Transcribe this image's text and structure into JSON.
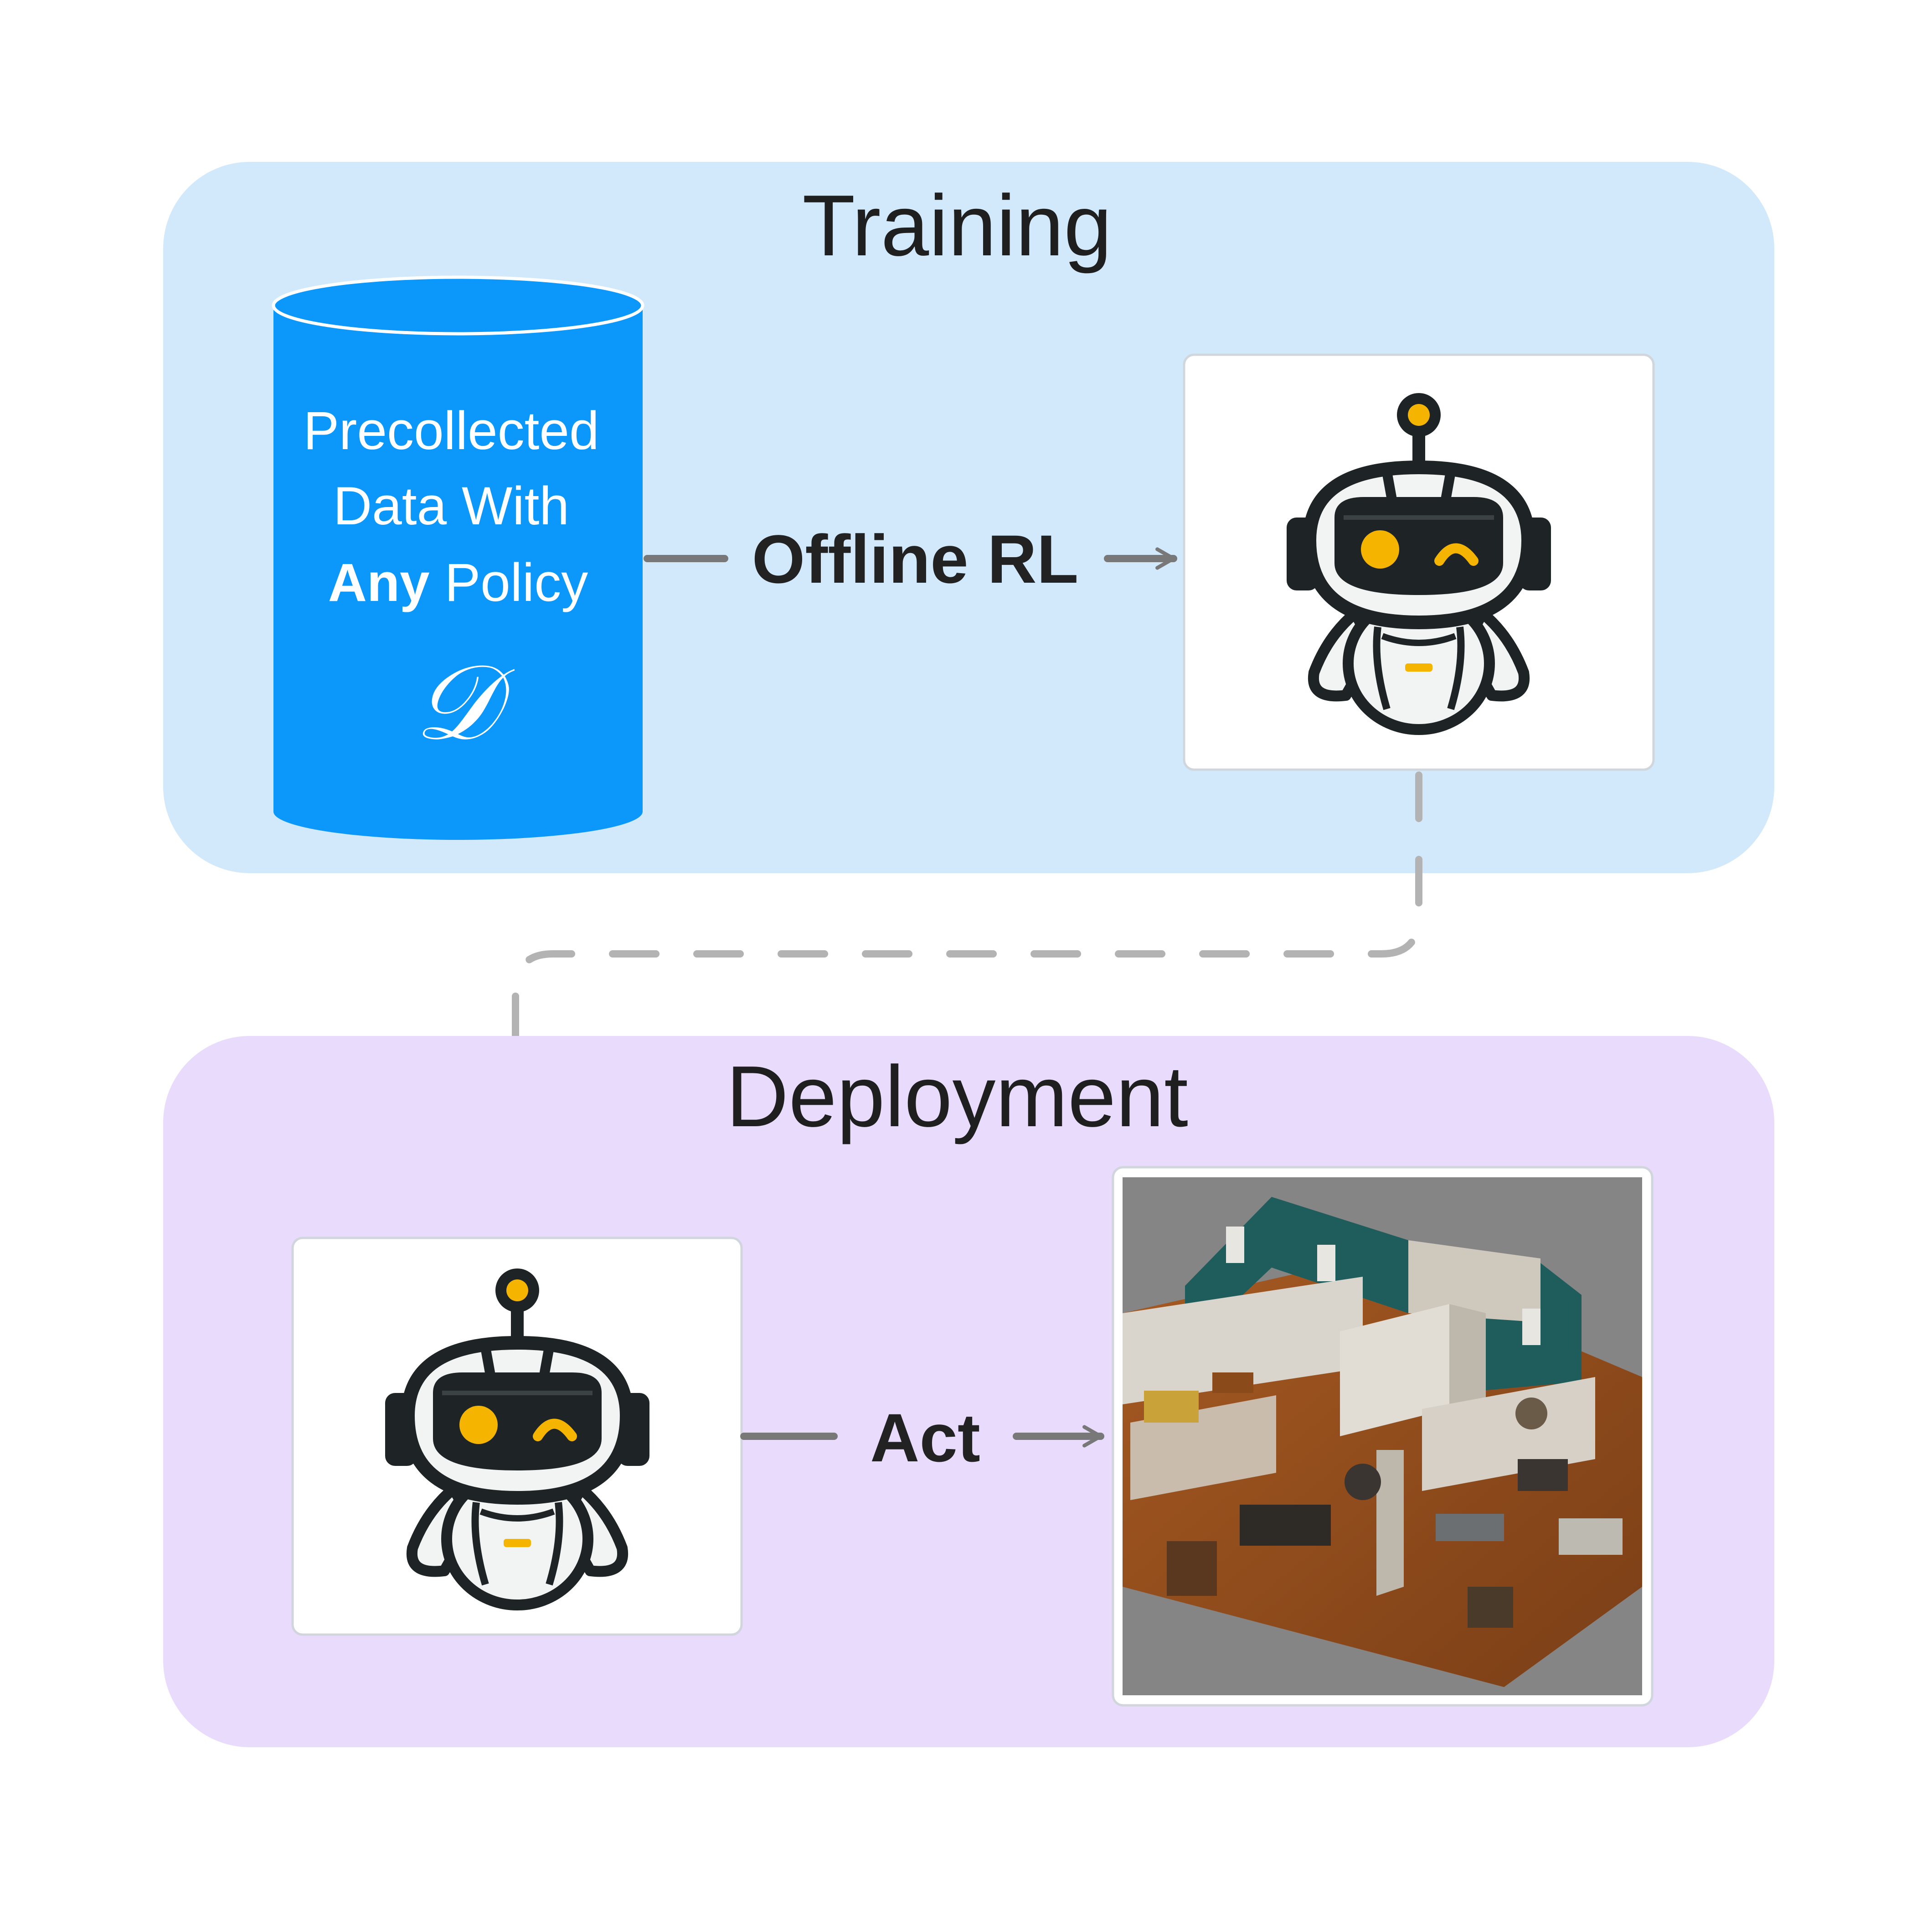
{
  "training": {
    "title": "Training",
    "database": {
      "line1": "Precollected",
      "line2": "Data With",
      "line3_bold": "Any",
      "line3_rest": " Policy",
      "symbol": "𝒟"
    },
    "edge_label": "Offline RL",
    "agent_icon": "robot-icon"
  },
  "deployment": {
    "title": "Deployment",
    "agent_icon": "robot-icon",
    "edge_label": "Act",
    "environment_icon": "house-floorplan-3d-icon"
  },
  "colors": {
    "training_bg": "#D1E9FB",
    "deployment_bg": "#E9DBFC",
    "database": "#0C98FB",
    "arrow": "#787878",
    "dashed": "#B3B3B3",
    "robot_dark": "#1E2426",
    "robot_accent": "#F5B400"
  }
}
